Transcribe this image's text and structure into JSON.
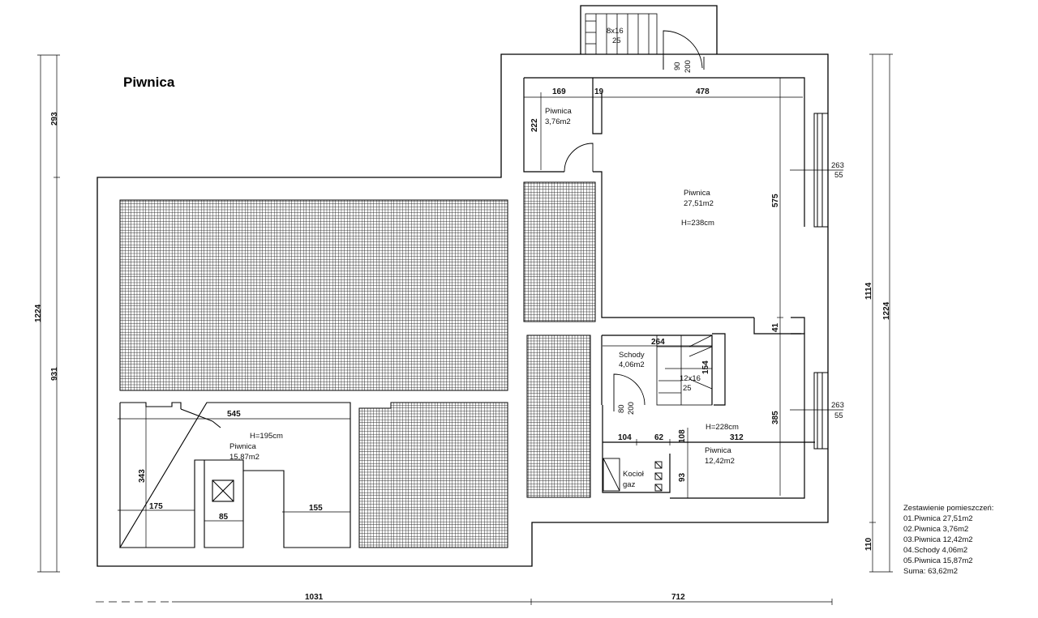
{
  "title": "Piwnica",
  "rooms": [
    {
      "name": "Piwnica",
      "area": "3,76m2"
    },
    {
      "name": "Piwnica",
      "area": "27,51m2",
      "height": "H=238cm"
    },
    {
      "name": "Schody",
      "area": "4,06m2"
    },
    {
      "name": "Piwnica",
      "area": "15,87m2",
      "height": "H=195cm"
    },
    {
      "name": "Piwnica",
      "area": "12,42m2",
      "height": "H=228cm"
    },
    {
      "name": "Kocioł",
      "sub": "gaz"
    }
  ],
  "stairs": {
    "top": "8x16",
    "top_sub": "25",
    "inner": "12x16",
    "inner_sub": "25"
  },
  "door_main": {
    "w": "90",
    "h": "200"
  },
  "door_schody": {
    "w": "80",
    "h": "200"
  },
  "windows": [
    {
      "w": "263",
      "h": "55"
    },
    {
      "w": "263",
      "h": "55"
    }
  ],
  "dims": {
    "d169": "169",
    "d19": "19",
    "d478": "478",
    "d222": "222",
    "d575": "575",
    "d41": "41",
    "d264": "264",
    "d154": "154",
    "d385": "385",
    "d104": "104",
    "d62": "62",
    "d108": "108",
    "d312": "312",
    "d93": "93",
    "d545": "545",
    "d343": "343",
    "d175": "175",
    "d85": "85",
    "d155": "155",
    "d293": "293",
    "d931": "931",
    "d1224_left": "1224",
    "d1114": "1114",
    "d1224_right": "1224",
    "d110": "110",
    "d1031": "1031",
    "d712": "712"
  },
  "legend": {
    "title": "Zestawienie pomieszczeń:",
    "items": [
      "01.Piwnica 27,51m2",
      "02.Piwnica 3,76m2",
      "03.Piwnica 12,42m2",
      "04.Schody 4,06m2",
      "05.Piwnica 15,87m2"
    ],
    "sum": "Suma: 63,62m2"
  }
}
